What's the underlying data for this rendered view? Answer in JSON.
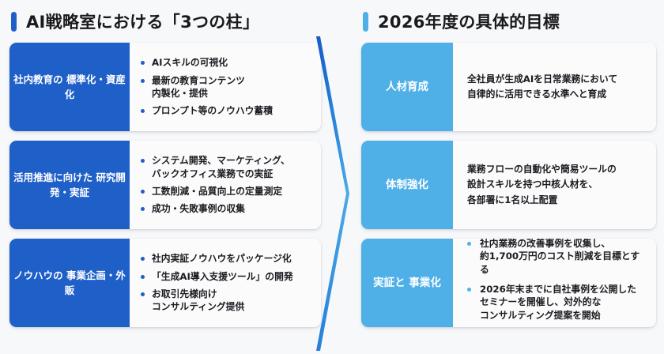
{
  "colors": {
    "dark_blue": "#1f5fc8",
    "light_blue": "#4fb0e8",
    "background": "#f7f8fa",
    "card_background": "#fbfbfc",
    "text": "#1b1b20"
  },
  "left": {
    "heading": "AI戦略室における「3つの柱」",
    "cards": [
      {
        "label": "社内教育の\n標準化・資産化",
        "type": "bullets",
        "items": [
          "AIスキルの可視化",
          "最新の教育コンテンツ\n内製化・提供",
          "プロンプト等のノウハウ蓄積"
        ]
      },
      {
        "label": "活用推進に向けた\n研究開発・実証",
        "type": "bullets",
        "items": [
          "システム開発、マーケティング、\nバックオフィス業務での実証",
          "工数削減・品質向上の定量測定",
          "成功・失敗事例の収集"
        ]
      },
      {
        "label": "ノウハウの\n事業企画・外販",
        "type": "bullets",
        "items": [
          "社内実証ノウハウをパッケージ化",
          "「生成AI導入支援ツール」の開発",
          "お取引先様向け\nコンサルティング提供"
        ]
      }
    ]
  },
  "right": {
    "heading": "2026年度の具体的目標",
    "cards": [
      {
        "label": "人材育成",
        "type": "text",
        "text": "全社員が生成AIを日常業務において\n自律的に活用できる水準へと育成"
      },
      {
        "label": "体制強化",
        "type": "text",
        "text": "業務フローの自動化や簡易ツールの\n設計スキルを持つ中核人材を、\n各部署に1名以上配置"
      },
      {
        "label": "実証と\n事業化",
        "type": "bullets",
        "items": [
          "社内業務の改善事例を収集し、\n約1,700万円のコスト削減を目標とする",
          "2026年末までに自社事例を公開した\nセミナーを開催し、対外的な\nコンサルティング提案を開始"
        ]
      }
    ]
  },
  "decoration": {
    "divider_icon": "chevron-right-arrow"
  }
}
